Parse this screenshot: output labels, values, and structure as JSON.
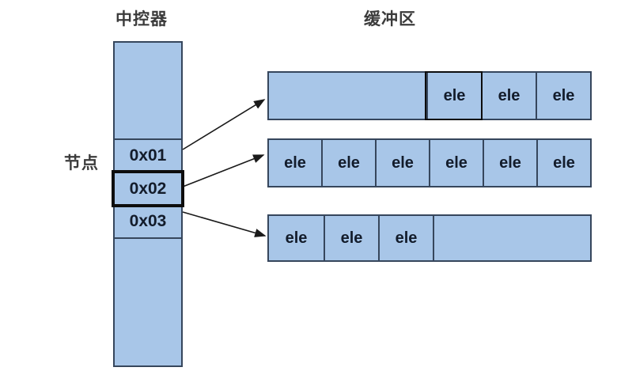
{
  "labels": {
    "controller_title": "中控器",
    "buffer_title": "缓冲区",
    "node_label": "节点"
  },
  "controller": {
    "cells": [
      {
        "label": "0x01",
        "highlighted": false
      },
      {
        "label": "0x02",
        "highlighted": true
      },
      {
        "label": "0x03",
        "highlighted": false
      }
    ]
  },
  "buffers": [
    {
      "name": "buffer-1",
      "cells": [
        "",
        "ele",
        "ele",
        "ele"
      ],
      "empty_cell_index": 0,
      "highlighted_cell_index": 1
    },
    {
      "name": "buffer-2",
      "cells": [
        "ele",
        "ele",
        "ele",
        "ele",
        "ele",
        "ele"
      ]
    },
    {
      "name": "buffer-3",
      "cells": [
        "ele",
        "ele",
        "ele",
        ""
      ],
      "empty_cell_index": 3
    }
  ],
  "arrows": [
    {
      "from": "0x01",
      "to": "buffer-1"
    },
    {
      "from": "0x02",
      "to": "buffer-2"
    },
    {
      "from": "0x03",
      "to": "buffer-3"
    }
  ],
  "colors": {
    "cell_fill": "#a8c6e8",
    "cell_border": "#36465c",
    "highlight_border": "#0d0d0d",
    "text": "#131c2b",
    "title_text": "#3b3b3b",
    "arrow": "#1a1a1a"
  }
}
